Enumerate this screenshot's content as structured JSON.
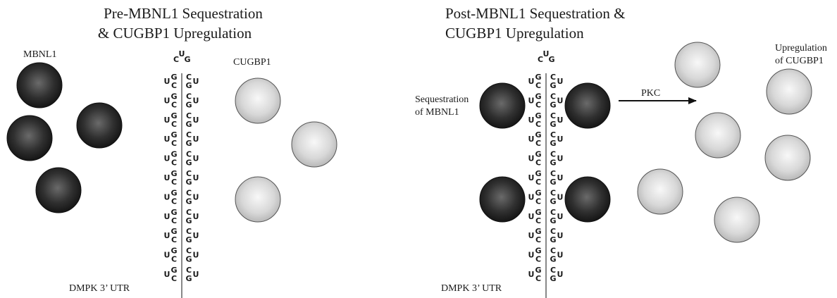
{
  "colors": {
    "mbnl1_fill": "#2a2a2a",
    "cugbp1_fill": "#d4d4d4",
    "outline": "#555555",
    "text": "#1a1a1a"
  },
  "left_panel": {
    "title_line1": "Pre-MBNL1 Sequestration",
    "title_line2": "& CUGBP1 Upregulation",
    "mbnl1_label": "MBNL1",
    "cugbp1_label": "CUGBP1",
    "utr_label": "DMPK 3’ UTR",
    "mbnl1_count": 4,
    "cugbp1_count": 3
  },
  "right_panel": {
    "title_line1": "Post-MBNL1 Sequestration &",
    "title_line2": "CUGBP1 Upregulation",
    "sequestration_line1": "Sequestration",
    "sequestration_line2": "of MBNL1",
    "arrow_label": "PKC",
    "upregulation_line1": "Upregulation",
    "upregulation_line2": "of CUGBP1",
    "utr_label": "DMPK 3’ UTR",
    "mbnl1_count": 4,
    "cugbp1_count": 6
  },
  "hairpin": {
    "loop": [
      "C",
      "U",
      "G"
    ],
    "left_strand_repeat": [
      "U",
      "G",
      "C"
    ],
    "right_strand_repeat": [
      "C",
      "G",
      "U"
    ],
    "repeat_count": 11
  }
}
